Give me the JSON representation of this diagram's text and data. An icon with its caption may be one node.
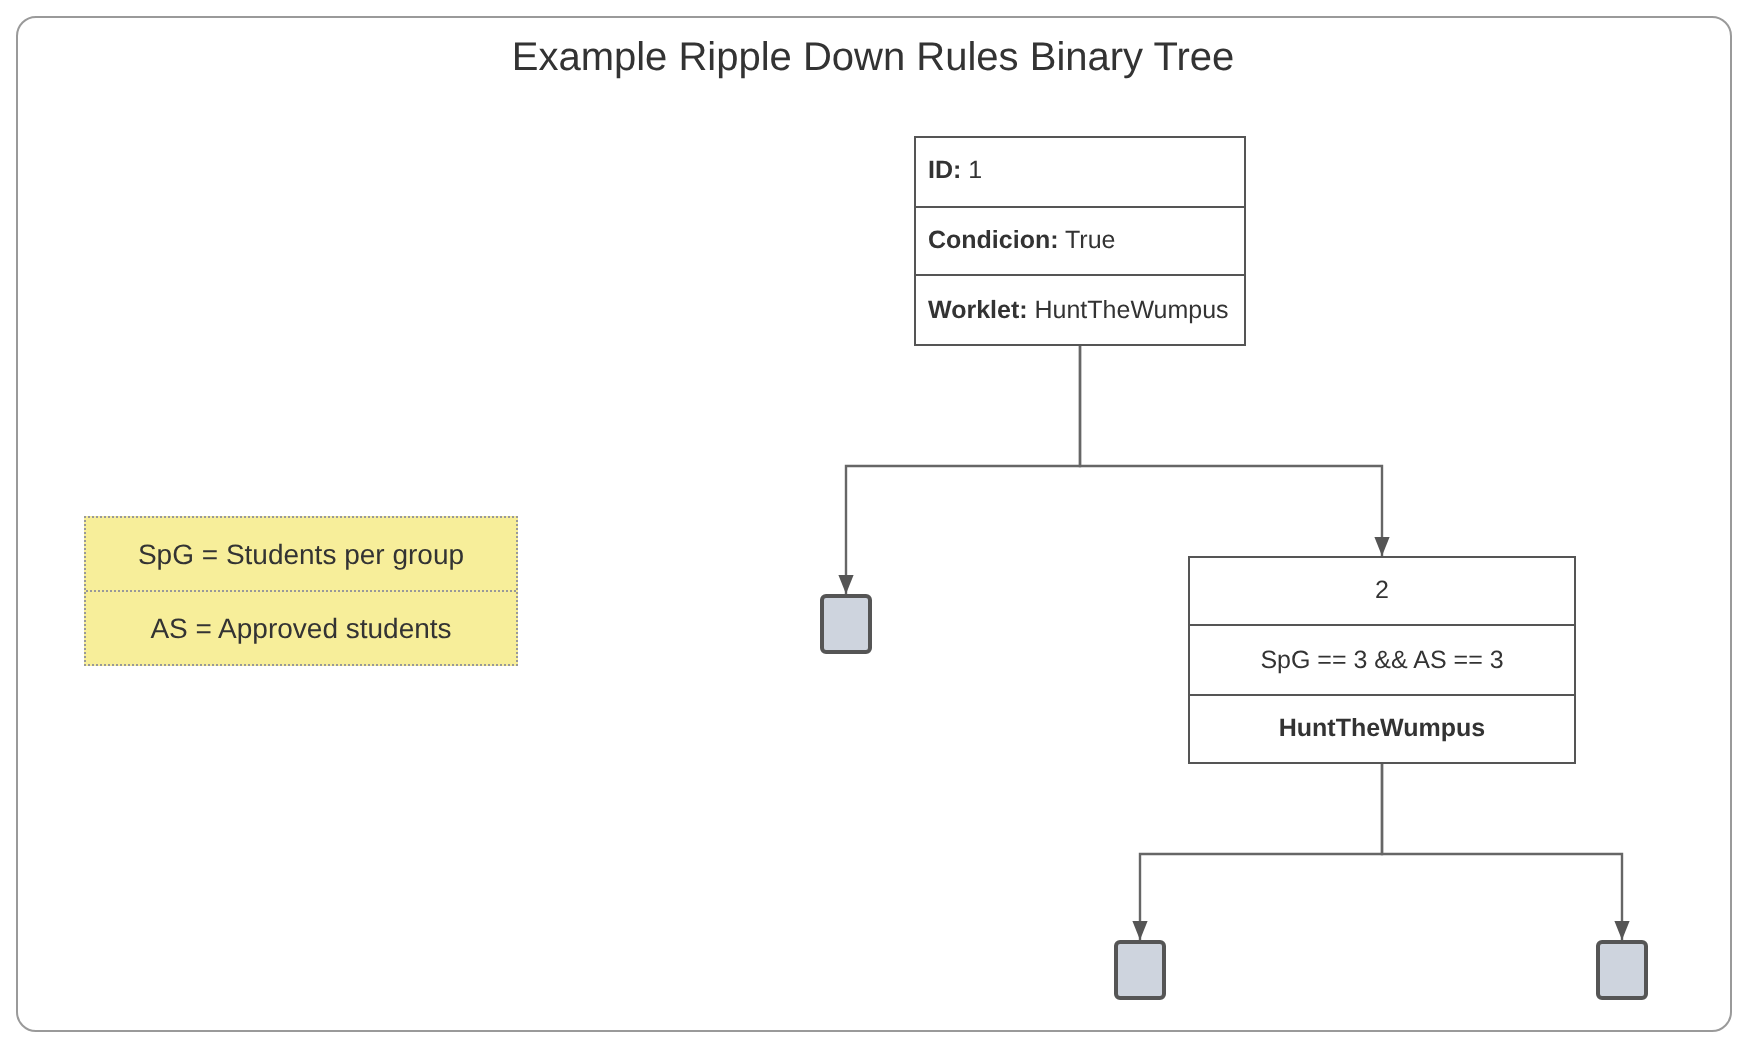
{
  "diagram": {
    "title": "Example Ripple Down Rules Binary Tree",
    "nodes": [
      {
        "text": [
          "**ID:** 1",
          "**Condicion:** True",
          "**Worklet:** HuntTheWumpus"
        ]
      },
      {
        "text": [
          "SpG = Students per group",
          "AS = Approved students"
        ]
      },
      {
        "text": [],
        "shape": "box"
      },
      {
        "text": [
          "2",
          "SpG == 3 && AS == 3",
          "HuntTheWumpus"
        ]
      },
      {
        "text": [],
        "shape": "box"
      },
      {
        "text": [],
        "shape": "box"
      }
    ],
    "edges": [
      {
        "from": 0,
        "to": 2,
        "arrow": "to"
      },
      {
        "from": 0,
        "to": 3,
        "arrow": "to"
      },
      {
        "from": 3,
        "to": 4,
        "arrow": "to"
      },
      {
        "from": 3,
        "to": 5,
        "arrow": "to"
      }
    ]
  }
}
